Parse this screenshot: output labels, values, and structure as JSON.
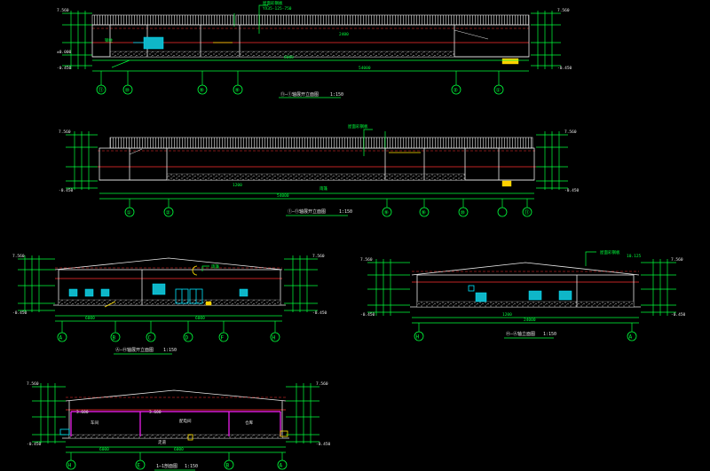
{
  "drawing": {
    "background": "#000000",
    "colors": {
      "dimension": "#00ff3c",
      "outline": "#e8e8e8",
      "level_line": "#ff3030",
      "partition": "#ff20ff",
      "equipment": "#00e5ff",
      "marker": "#ffe000"
    },
    "views": [
      {
        "title": "⑪—①轴展开立面图",
        "scale": "1:150",
        "axes": [
          "⑪",
          "⑩",
          "⑨",
          "⑨",
          "②",
          "①"
        ]
      },
      {
        "title": "①—⑪轴展开立面图",
        "scale": "1:150",
        "axes": [
          "①",
          "②",
          "⑨",
          "⑨",
          "⑩",
          "⑪"
        ]
      },
      {
        "title": "Ⓐ—Ⓗ轴展开立面图",
        "scale": "1:150",
        "axes": [
          "A",
          "B",
          "C",
          "D",
          "F",
          "H"
        ]
      },
      {
        "title": "Ⓗ—Ⓐ轴立面图",
        "scale": "1:150",
        "axes": [
          "H",
          "A"
        ]
      },
      {
        "title": "1—1剖面图",
        "scale": "1:150",
        "axes": [
          "H",
          "E",
          "B",
          "A"
        ]
      }
    ]
  }
}
